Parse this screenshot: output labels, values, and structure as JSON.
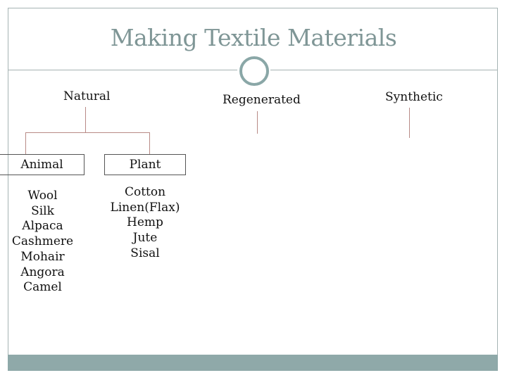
{
  "slide": {
    "title": "Making Textile Materials",
    "colors": {
      "accent": "#8fa9a9",
      "title": "#7f9696",
      "connector": "#b88a86"
    }
  },
  "categories": {
    "natural": {
      "label": "Natural",
      "animal": {
        "label": "Animal",
        "items": [
          "Wool",
          "Silk",
          "Alpaca",
          "Cashmere",
          "Mohair",
          "Angora",
          "Camel"
        ]
      },
      "plant": {
        "label": "Plant",
        "items": [
          "Cotton",
          "Linen(Flax)",
          "Hemp",
          "Jute",
          "Sisal"
        ]
      }
    },
    "regenerated": {
      "label": "Regenerated"
    },
    "synthetic": {
      "label": "Synthetic"
    }
  }
}
